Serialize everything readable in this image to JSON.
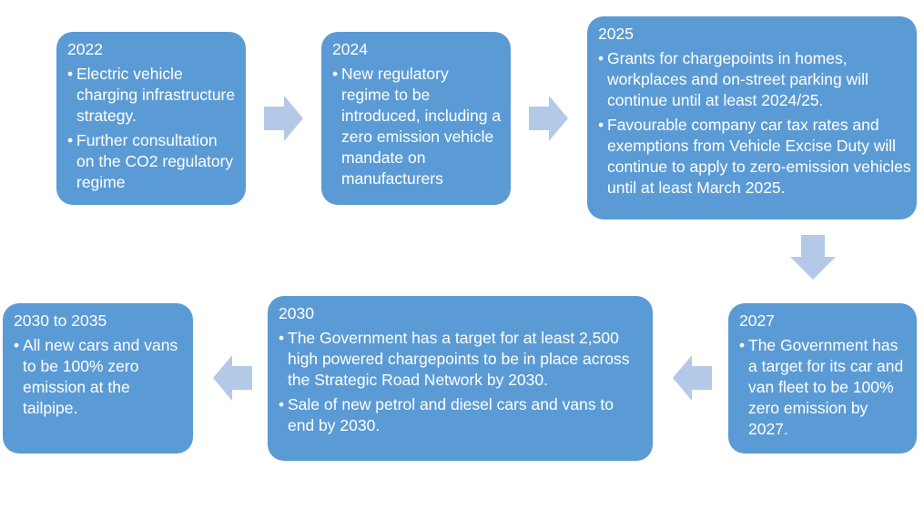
{
  "colors": {
    "box": "#5b9bd5",
    "arrow": "#b4c9e7",
    "text": "#ffffff"
  },
  "milestones": [
    {
      "id": "2022",
      "title": "2022",
      "bullets": [
        "Electric vehicle charging infrastructure strategy.",
        "Further consultation on the CO2 regulatory regime"
      ]
    },
    {
      "id": "2024",
      "title": "2024",
      "bullets": [
        "New regulatory regime to be introduced, including a zero emission vehicle mandate on manufacturers"
      ]
    },
    {
      "id": "2025",
      "title": "2025",
      "bullets": [
        "Grants for chargepoints in homes, workplaces and on-street parking will continue until at least 2024/25.",
        "Favourable company car tax rates and exemptions from Vehicle Excise Duty will continue to apply to zero-emission vehicles until at least March 2025."
      ]
    },
    {
      "id": "2027",
      "title": "2027",
      "bullets": [
        "The Government has a target for its car and van fleet to be 100% zero emission by 2027."
      ]
    },
    {
      "id": "2030",
      "title": "2030",
      "bullets": [
        "The Government has a target for at least 2,500 high powered chargepoints to be in place across the Strategic Road Network by 2030.",
        "Sale of new petrol and diesel cars and vans to end by 2030."
      ]
    },
    {
      "id": "2030-2035",
      "title": "2030 to 2035",
      "bullets": [
        "All new cars and vans to be 100% zero emission at the tailpipe."
      ]
    }
  ]
}
